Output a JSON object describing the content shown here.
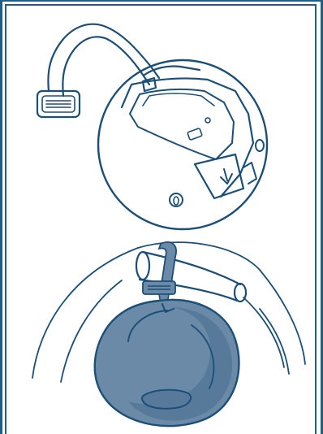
{
  "diagram": {
    "panels": [
      {
        "name": "remote-back-with-lanyard",
        "description_icon": "device-back-illustration"
      },
      {
        "name": "remote-hung-on-stroller-handle",
        "description_icon": "device-hanging-illustration"
      }
    ],
    "colors": {
      "line": "#1b4f77",
      "frame": "#1f5f86",
      "device_fill": "#6a8aa8",
      "device_shade": "#587a9a",
      "background": "#ffffff"
    }
  }
}
